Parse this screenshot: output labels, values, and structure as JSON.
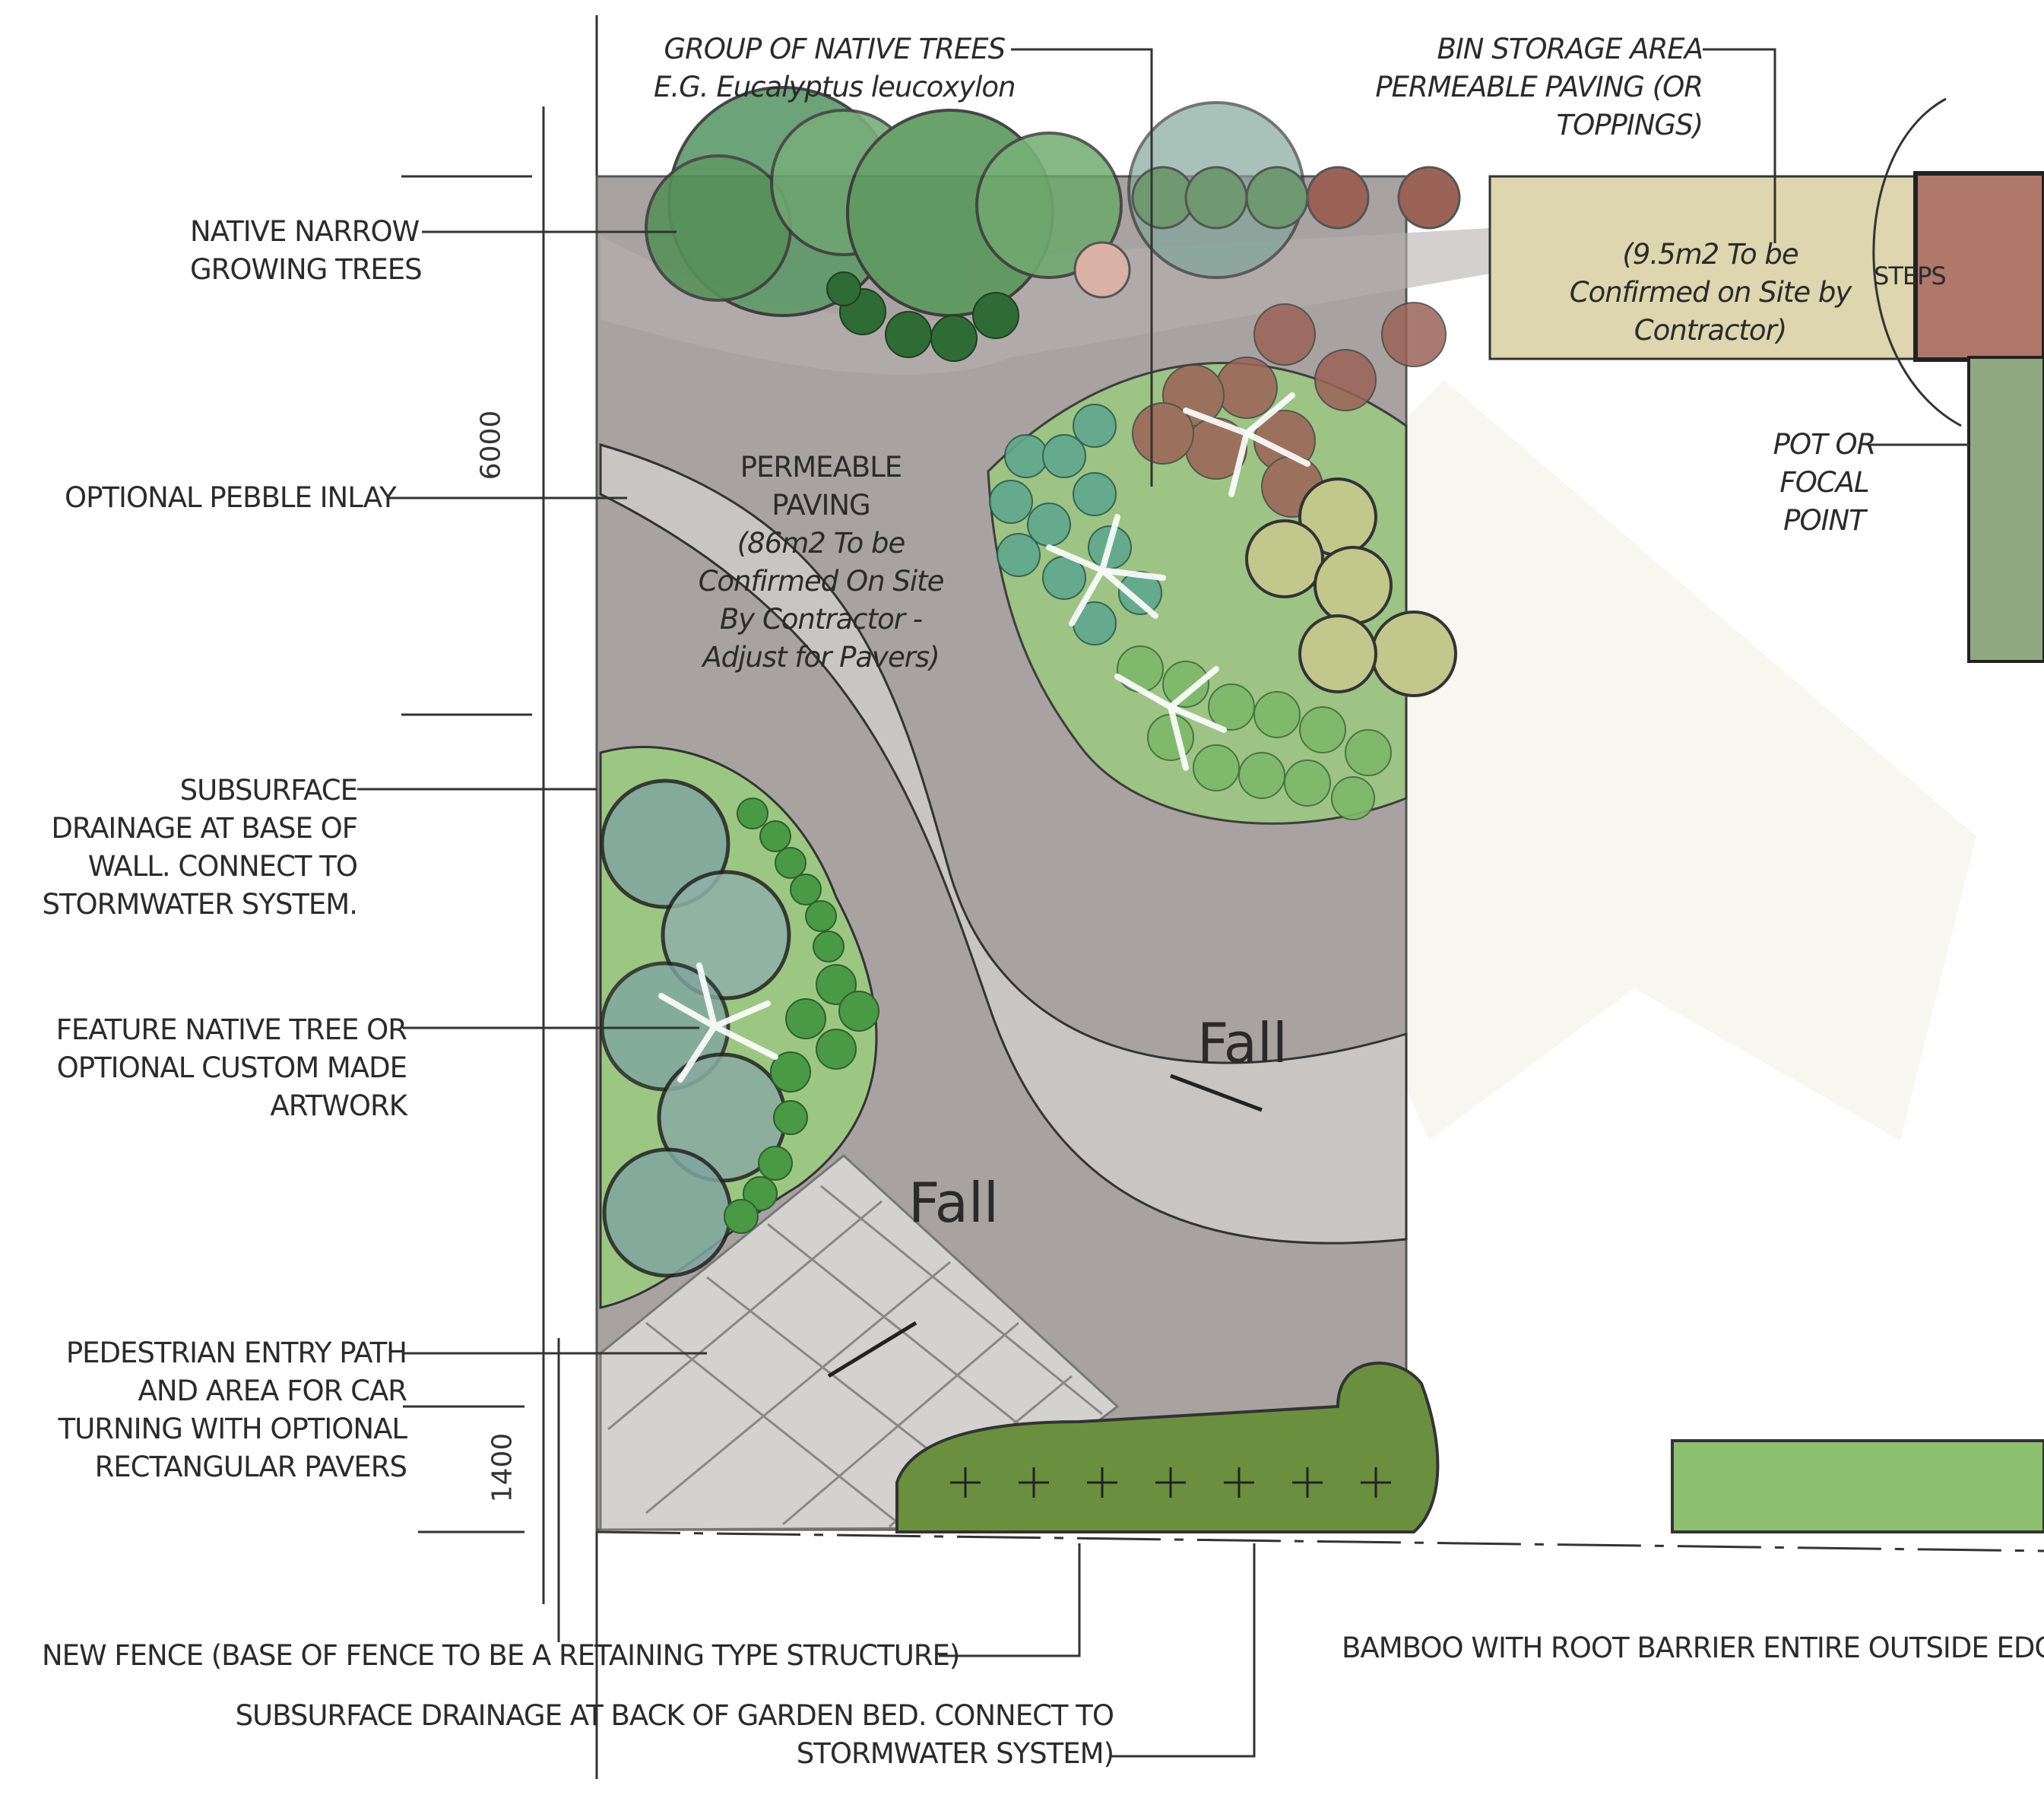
{
  "labels": {
    "native_trees": [
      "GROUP OF NATIVE TREES",
      "E.G. Eucalyptus leucoxylon"
    ],
    "bin_storage": [
      "BIN STORAGE AREA",
      "PERMEABLE PAVING (OR",
      "TOPPINGS)"
    ],
    "native_narrow": [
      "NATIVE NARROW",
      "GROWING TREES"
    ],
    "pebble_inlay": "OPTIONAL PEBBLE INLAY",
    "subsurface_wall": [
      "SUBSURFACE",
      "DRAINAGE AT BASE OF",
      "WALL.  CONNECT TO",
      "STORMWATER SYSTEM."
    ],
    "feature_tree": [
      "FEATURE NATIVE TREE OR",
      "OPTIONAL CUSTOM MADE",
      "ARTWORK"
    ],
    "pedestrian": [
      "PEDESTRIAN ENTRY PATH",
      "AND AREA FOR CAR",
      "TURNING WITH OPTIONAL",
      "RECTANGULAR PAVERS"
    ],
    "new_fence": "NEW FENCE (BASE OF FENCE TO BE A RETAINING TYPE STRUCTURE)",
    "subsurface_bed": [
      "SUBSURFACE DRAINAGE AT BACK OF GARDEN BED. CONNECT TO",
      "STORMWATER SYSTEM)"
    ],
    "bamboo": "BAMBOO WITH ROOT BARRIER ENTIRE OUTSIDE EDGE",
    "pot": [
      "POT OR",
      "FOCAL",
      "POINT"
    ],
    "steps": "STEPS",
    "bin_area": [
      "(9.5m2 To be",
      "Confirmed on Site by",
      "Contractor)"
    ],
    "paving": [
      "PERMEABLE",
      "PAVING",
      "(86m2 To be",
      "Confirmed On Site",
      "By Contractor -",
      "Adjust for Pavers)"
    ],
    "fall": "Fall",
    "dim_top": "6000",
    "dim_bottom": "1400"
  },
  "colors": {
    "paving": "#a8a3a1",
    "path": "#c9c5c2",
    "bed": "#9cc783",
    "tree_dark": "#4f8f52",
    "tree_blue": "#7fa6a0",
    "shrub_red": "#9b6358",
    "bin_area": "#ddd6ae",
    "steps": "#b0776b",
    "bamboo": "#8cc06f"
  }
}
